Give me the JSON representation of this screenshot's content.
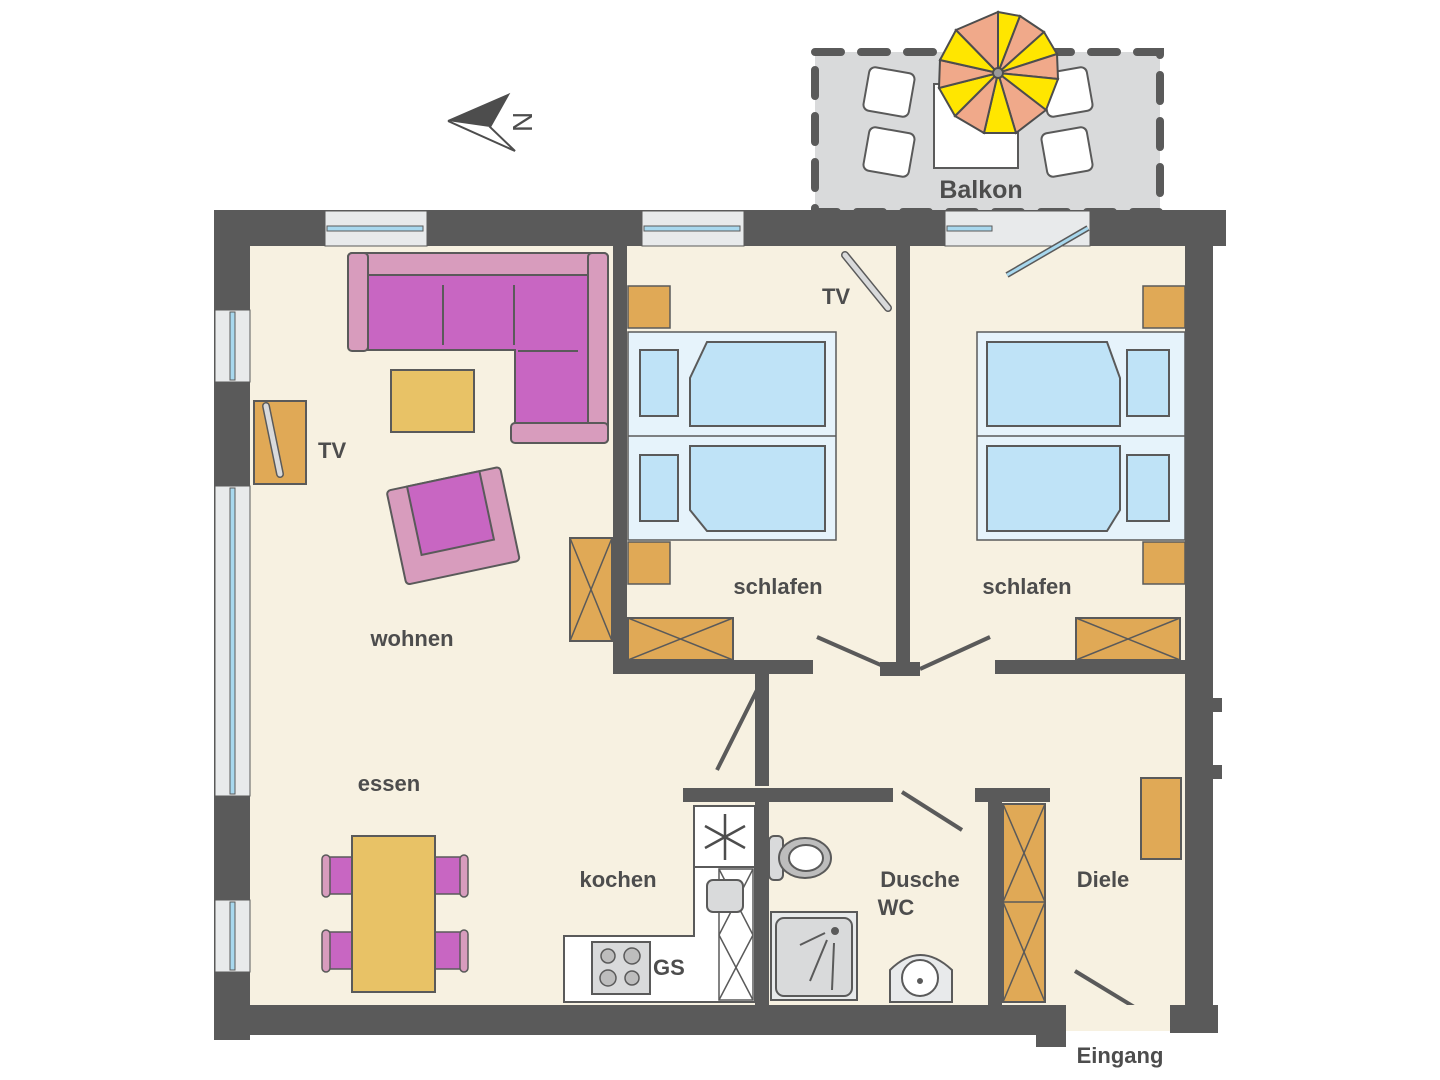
{
  "compass": {
    "label": "N",
    "icon": "north-arrow-icon"
  },
  "rooms": {
    "balcony": "Balkon",
    "living": "wohnen",
    "dining": "essen",
    "bedroom1": "schlafen",
    "bedroom2": "schlafen",
    "kitchen": "kochen",
    "bathroom_line1": "Dusche",
    "bathroom_line2": "WC",
    "hall": "Diele",
    "entrance": "Eingang"
  },
  "appliances": {
    "tv_living": "TV",
    "tv_bedroom": "TV",
    "dishwasher": "GS"
  },
  "colors": {
    "wall": "#5a5a5a",
    "floor": "#f7f1e1",
    "balcony_floor": "#d9dadb",
    "sofa": "#c866c2",
    "sofa_frame": "#d89cbd",
    "wood": "#e0a956",
    "table": "#e8c266",
    "bed": "#bfe3f7",
    "bed_frame": "#e6f3fb",
    "umbrella_yellow": "#ffe600",
    "umbrella_salmon": "#f0a98a",
    "window_glass": "#a8d8ee"
  }
}
